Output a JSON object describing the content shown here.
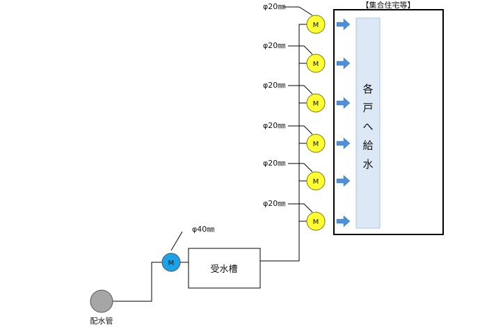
{
  "building": {
    "title": "【集合住宅等】",
    "supply_label": "各戸へ給水"
  },
  "tank": {
    "label": "受水槽"
  },
  "main_pipe": {
    "label": "配水管"
  },
  "main_meter": {
    "symbol": "M",
    "size": "φ40㎜"
  },
  "unit_meters": [
    {
      "symbol": "M",
      "size": "φ20㎜"
    },
    {
      "symbol": "M",
      "size": "φ20㎜"
    },
    {
      "symbol": "M",
      "size": "φ20㎜"
    },
    {
      "symbol": "M",
      "size": "φ20㎜"
    },
    {
      "symbol": "M",
      "size": "φ20㎜"
    },
    {
      "symbol": "M",
      "size": "φ20㎜"
    }
  ],
  "colors": {
    "unit_meter_fill": "#ffff33",
    "main_meter_fill": "#1aa3e8",
    "main_pipe_fill": "#a6a6a6",
    "arrow_fill": "#4f8fd8",
    "supply_panel_fill": "#dce8f6",
    "supply_panel_stroke": "#a9c3e6"
  }
}
